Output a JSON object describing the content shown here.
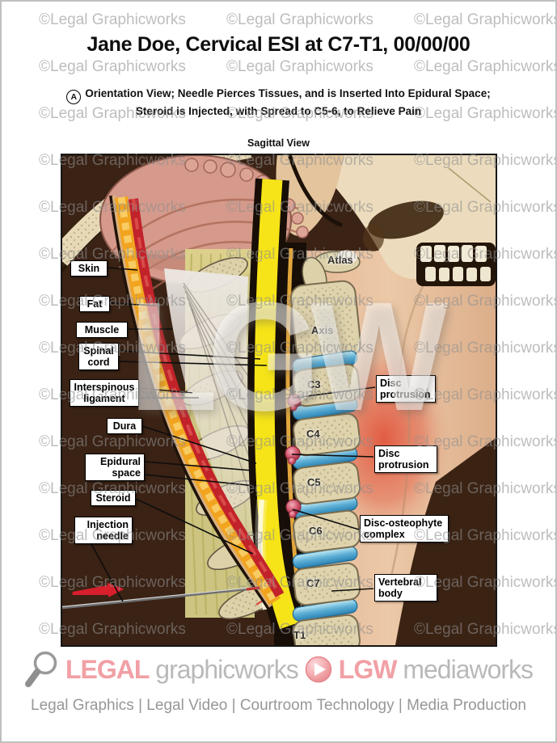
{
  "header": {
    "title": "Jane Doe, Cervical ESI at C7-T1, 00/00/00"
  },
  "caption": {
    "marker": "A",
    "line1": "Orientation View; Needle Pierces Tissues, and is Inserted Into Epidural Space;",
    "line2": "Steroid is Injected, with Spread to C5-6, to Relieve Pain"
  },
  "view_label": "Sagittal View",
  "watermark": {
    "tile_text": "©Legal Graphicworks",
    "big_text": "LGW"
  },
  "labels": {
    "left": [
      {
        "id": "skin",
        "text": "Skin"
      },
      {
        "id": "fat",
        "text": "Fat"
      },
      {
        "id": "muscle",
        "text": "Muscle"
      },
      {
        "id": "spinal-cord",
        "text": "Spinal cord"
      },
      {
        "id": "interspinous-ligament",
        "text": "Interspinous ligament"
      },
      {
        "id": "dura",
        "text": "Dura"
      },
      {
        "id": "epidural-space",
        "text": "Epidural space"
      },
      {
        "id": "steroid",
        "text": "Steroid"
      },
      {
        "id": "injection-needle",
        "text": "Injection needle"
      }
    ],
    "right": [
      {
        "id": "disc-protrusion-c3-4",
        "text": "Disc protrusion"
      },
      {
        "id": "disc-protrusion-c4-5",
        "text": "Disc protrusion"
      },
      {
        "id": "disc-osteophyte-complex",
        "text": "Disc-osteophyte complex"
      },
      {
        "id": "vertebral-body",
        "text": "Vertebral body"
      }
    ],
    "levels": [
      {
        "id": "atlas",
        "text": "Atlas"
      },
      {
        "id": "axis",
        "text": "Axis"
      },
      {
        "id": "c3",
        "text": "C3"
      },
      {
        "id": "c4",
        "text": "C4"
      },
      {
        "id": "c5",
        "text": "C5"
      },
      {
        "id": "c6",
        "text": "C6"
      },
      {
        "id": "c7",
        "text": "C7"
      },
      {
        "id": "t1",
        "text": "T1"
      }
    ]
  },
  "footer": {
    "brand1_accent": "LEGAL",
    "brand1_rest": "graphicworks",
    "brand2_accent": "LGW",
    "brand2_rest": "mediaworks",
    "tagline": "Legal Graphics | Legal Video | Courtroom Technology | Media Production"
  },
  "colors": {
    "accent_pink": "#f1a0a5",
    "logo_gray": "#b9b9b9",
    "muscle_red": "#c2232a",
    "cord_yellow": "#f6e418",
    "disc_blue": "#3e9cc9",
    "bone": "#ded3ac",
    "background_brown": "#3a2214",
    "skin_tone": "#e8c5a6",
    "inflammation_red": "#e05038"
  }
}
